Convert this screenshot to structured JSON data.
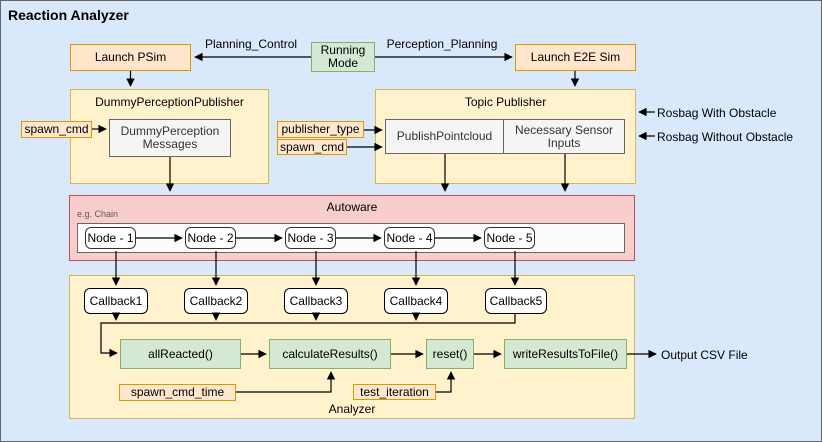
{
  "title": "Reaction Analyzer",
  "colors": {
    "canvas_bg": "#dae8fc",
    "orange_fill": "#ffe6cc",
    "orange_border": "#d79b00",
    "yellow_fill": "#fff2cc",
    "yellow_border": "#d6b656",
    "green_fill": "#d5e8d4",
    "green_border": "#82b366",
    "pink_fill": "#f8cecc",
    "pink_border": "#b85450",
    "gray_fill": "#f5f5f5",
    "gray_border": "#666666",
    "arrow": "#000000"
  },
  "top": {
    "launch_psim": "Launch PSim",
    "running_mode": "Running Mode",
    "launch_e2e": "Launch E2E Sim",
    "planning_control": "Planning_Control",
    "perception_planning": "Perception_Planning"
  },
  "dummy_perception_publisher": {
    "title": "DummyPerceptionPublisher",
    "messages": "DummyPerception Messages",
    "spawn_cmd": "spawn_cmd"
  },
  "topic_publisher": {
    "title": "Topic Publisher",
    "publisher_type": "publisher_type",
    "spawn_cmd": "spawn_cmd",
    "publish_pointcloud": "PublishPointcloud",
    "necessary_sensor_inputs": "Necessary Sensor Inputs",
    "rosbag_with_obstacle": "Rosbag With Obstacle",
    "rosbag_without_obstacle": "Rosbag Without Obstacle"
  },
  "autoware": {
    "title": "Autoware",
    "note": "e.g. Chain",
    "nodes": [
      "Node - 1",
      "Node - 2",
      "Node - 3",
      "Node - 4",
      "Node - 5"
    ]
  },
  "analyzer": {
    "title": "Analyzer",
    "callbacks": [
      "Callback1",
      "Callback2",
      "Callback3",
      "Callback4",
      "Callback5"
    ],
    "functions": [
      "allReacted()",
      "calculateResults()",
      "reset()",
      "writeResultsToFile()"
    ],
    "spawn_cmd_time": "spawn_cmd_time",
    "test_iteration": "test_iteration",
    "output": "Output CSV File"
  }
}
